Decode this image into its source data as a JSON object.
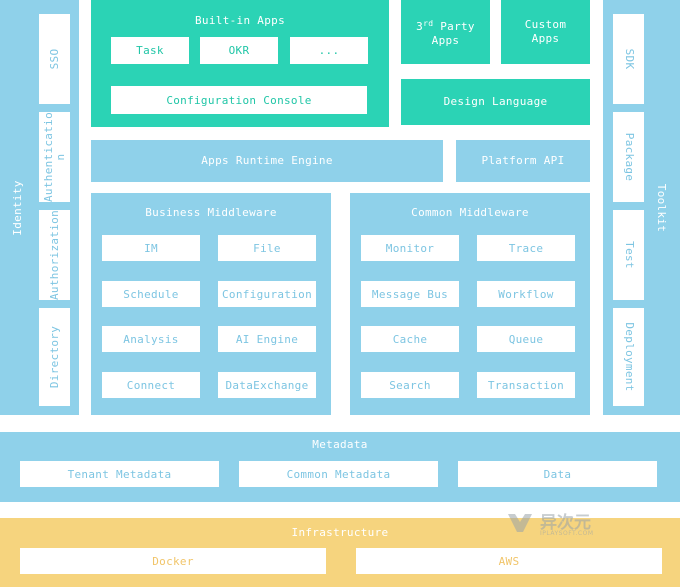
{
  "built_in_apps": {
    "title": "Built-in Apps",
    "items": [
      "Task",
      "OKR",
      "..."
    ],
    "console": "Configuration Console"
  },
  "third_party": {
    "label_sup": "rd",
    "line1_pre": "3",
    "line1_post": " Party",
    "line2": "Apps"
  },
  "custom_apps": {
    "line1": "Custom",
    "line2": "Apps"
  },
  "design_language": "Design Language",
  "runtime_engine": "Apps Runtime Engine",
  "platform_api": "Platform API",
  "identity": {
    "title": "Identity",
    "items": [
      "SSO",
      "Authenticatio",
      "n",
      "Authorization",
      "Directory"
    ]
  },
  "toolkit": {
    "title": "Toolkit",
    "items": [
      "SDK",
      "Package",
      "Test",
      "Deployment"
    ]
  },
  "business_middleware": {
    "title": "Business Middleware",
    "items": [
      "IM",
      "File",
      "Schedule",
      "Configuration",
      "Analysis",
      "AI Engine",
      "Connect",
      "DataExchange"
    ]
  },
  "common_middleware": {
    "title": "Common Middleware",
    "items": [
      "Monitor",
      "Trace",
      "Message Bus",
      "Workflow",
      "Cache",
      "Queue",
      "Search",
      "Transaction"
    ]
  },
  "metadata": {
    "title": "Metadata",
    "items": [
      "Tenant Metadata",
      "Common Metadata",
      "Data"
    ]
  },
  "infrastructure": {
    "title": "Infrastructure",
    "items": [
      "Docker",
      "AWS"
    ]
  },
  "watermark": {
    "brand": "异次元",
    "domain": "IPLAYSOFT.COM"
  },
  "colors": {
    "blue": "#8fd1ea",
    "teal": "#2bd3b5",
    "yellow": "#f6d47e"
  }
}
